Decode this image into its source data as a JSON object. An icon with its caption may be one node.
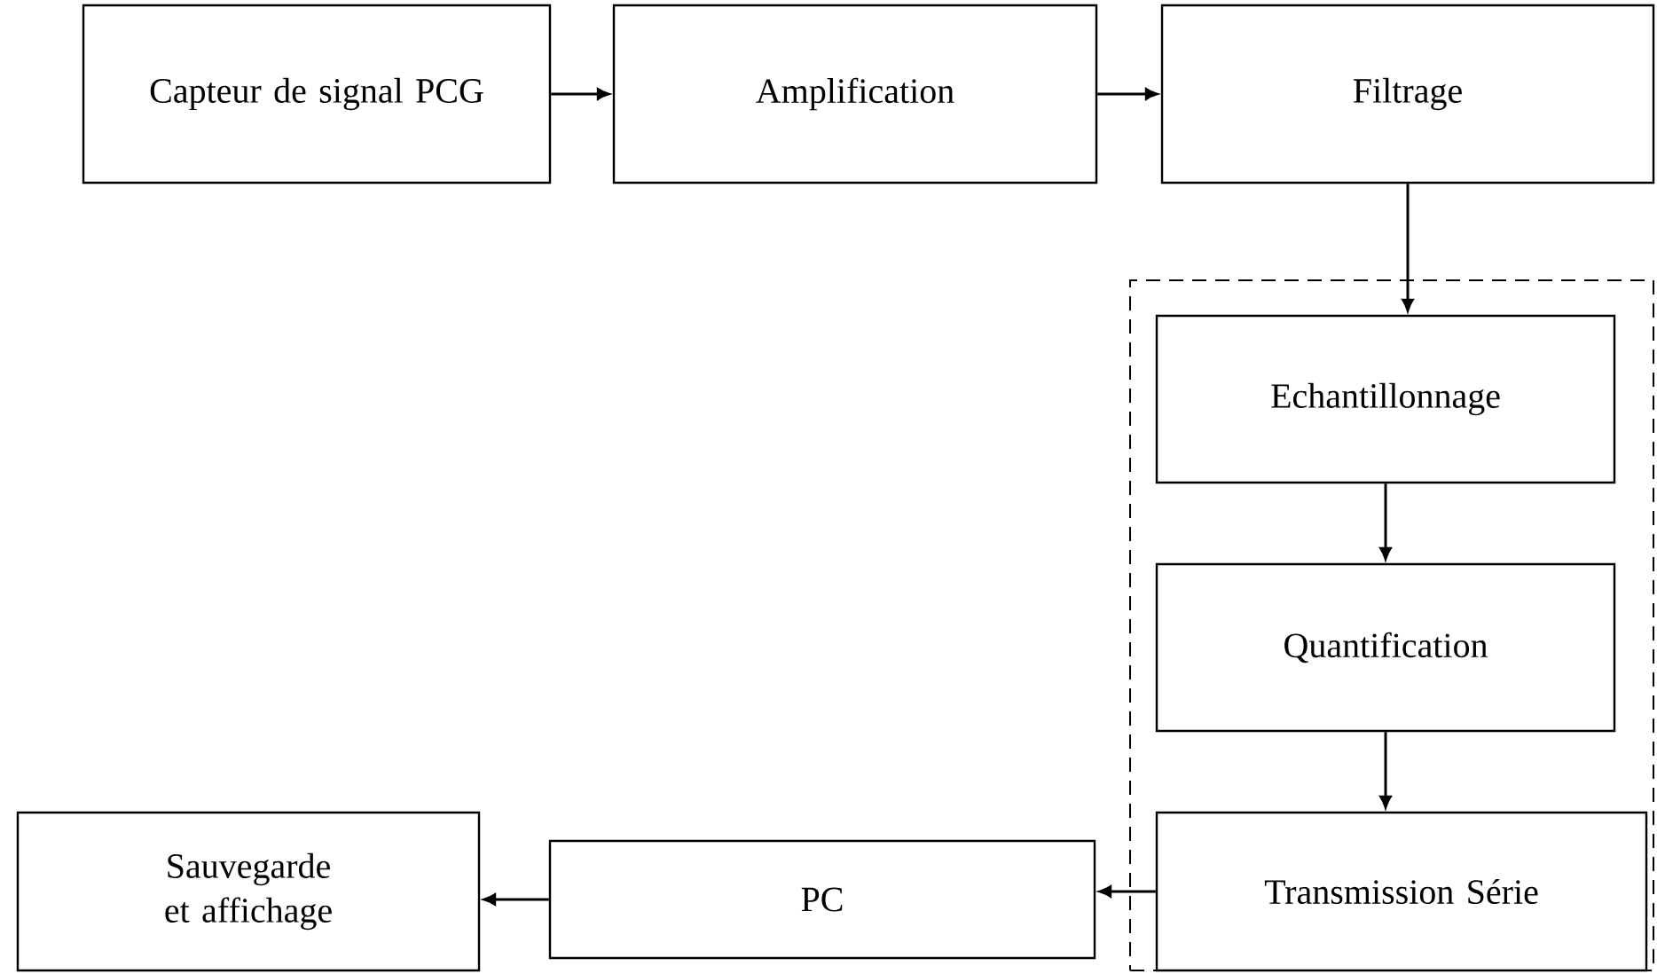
{
  "diagram": {
    "nodes": [
      {
        "text": [
          "Capteur de signal PCG"
        ]
      },
      {
        "text": [
          "Amplification"
        ]
      },
      {
        "text": [
          "Filtrage"
        ]
      },
      {
        "text": [],
        "shape": "box"
      },
      {
        "text": [
          "Echantillonnage"
        ],
        "in": 3
      },
      {
        "text": [
          "Quantification"
        ],
        "in": 3
      },
      {
        "text": [
          "Transmission Série"
        ],
        "in": 3
      },
      {
        "text": [
          "PC"
        ]
      },
      {
        "text": [
          "Sauvegarde et affichage"
        ]
      }
    ],
    "edges": [
      {
        "from": 0,
        "to": 1,
        "arrow": "to"
      },
      {
        "from": 1,
        "to": 2,
        "arrow": "to"
      },
      {
        "from": 2,
        "to": 4,
        "arrow": "to"
      },
      {
        "from": 4,
        "to": 5,
        "arrow": "to"
      },
      {
        "from": 5,
        "to": 6,
        "arrow": "to"
      },
      {
        "from": 6,
        "to": 7,
        "arrow": "to"
      },
      {
        "from": 7,
        "to": 8,
        "arrow": "to"
      }
    ]
  }
}
